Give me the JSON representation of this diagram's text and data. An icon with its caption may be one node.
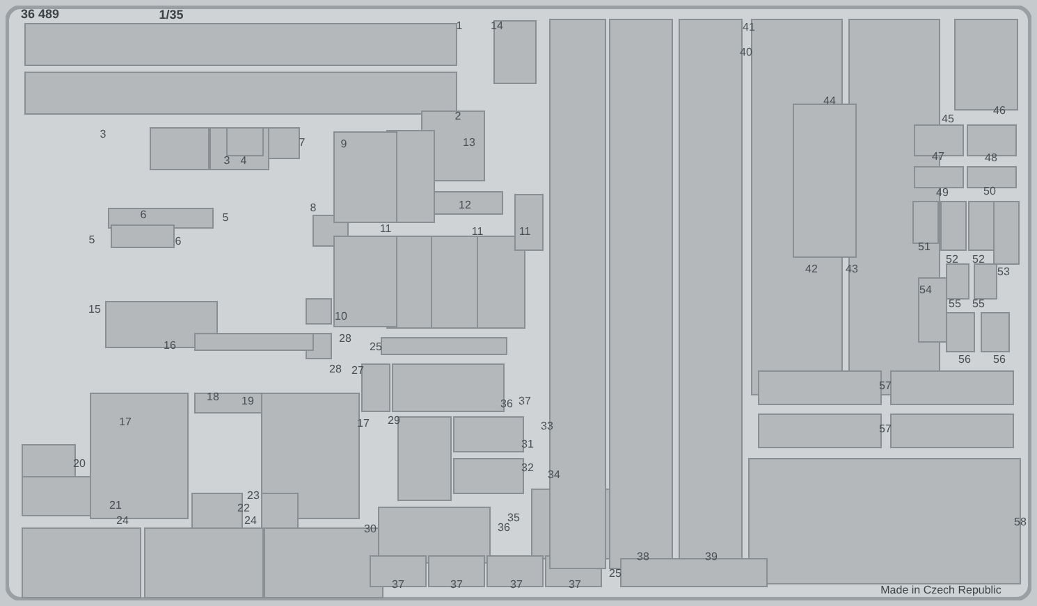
{
  "diagram": {
    "title": "36 489",
    "labels": [
      "1/35",
      "1",
      "14",
      "41",
      "40",
      "46",
      "2",
      "45",
      "44",
      "3",
      "3",
      "4",
      "7",
      "9",
      "13",
      "47",
      "48",
      "49",
      "50",
      "8",
      "12",
      "6",
      "5",
      "5",
      "6",
      "11",
      "11",
      "11",
      "51",
      "52",
      "52",
      "42",
      "43",
      "53",
      "10",
      "15",
      "16",
      "54",
      "55",
      "55",
      "28",
      "28",
      "27",
      "25",
      "56",
      "56",
      "36",
      "37",
      "57",
      "57",
      "18",
      "19",
      "17",
      "17",
      "29",
      "33",
      "31",
      "20",
      "32",
      "34",
      "58",
      "23",
      "21",
      "22",
      "24",
      "24",
      "30",
      "36",
      "35",
      "38",
      "39",
      "37",
      "37",
      "37",
      "37",
      "25",
      "Made in Czech Republic"
    ]
  }
}
